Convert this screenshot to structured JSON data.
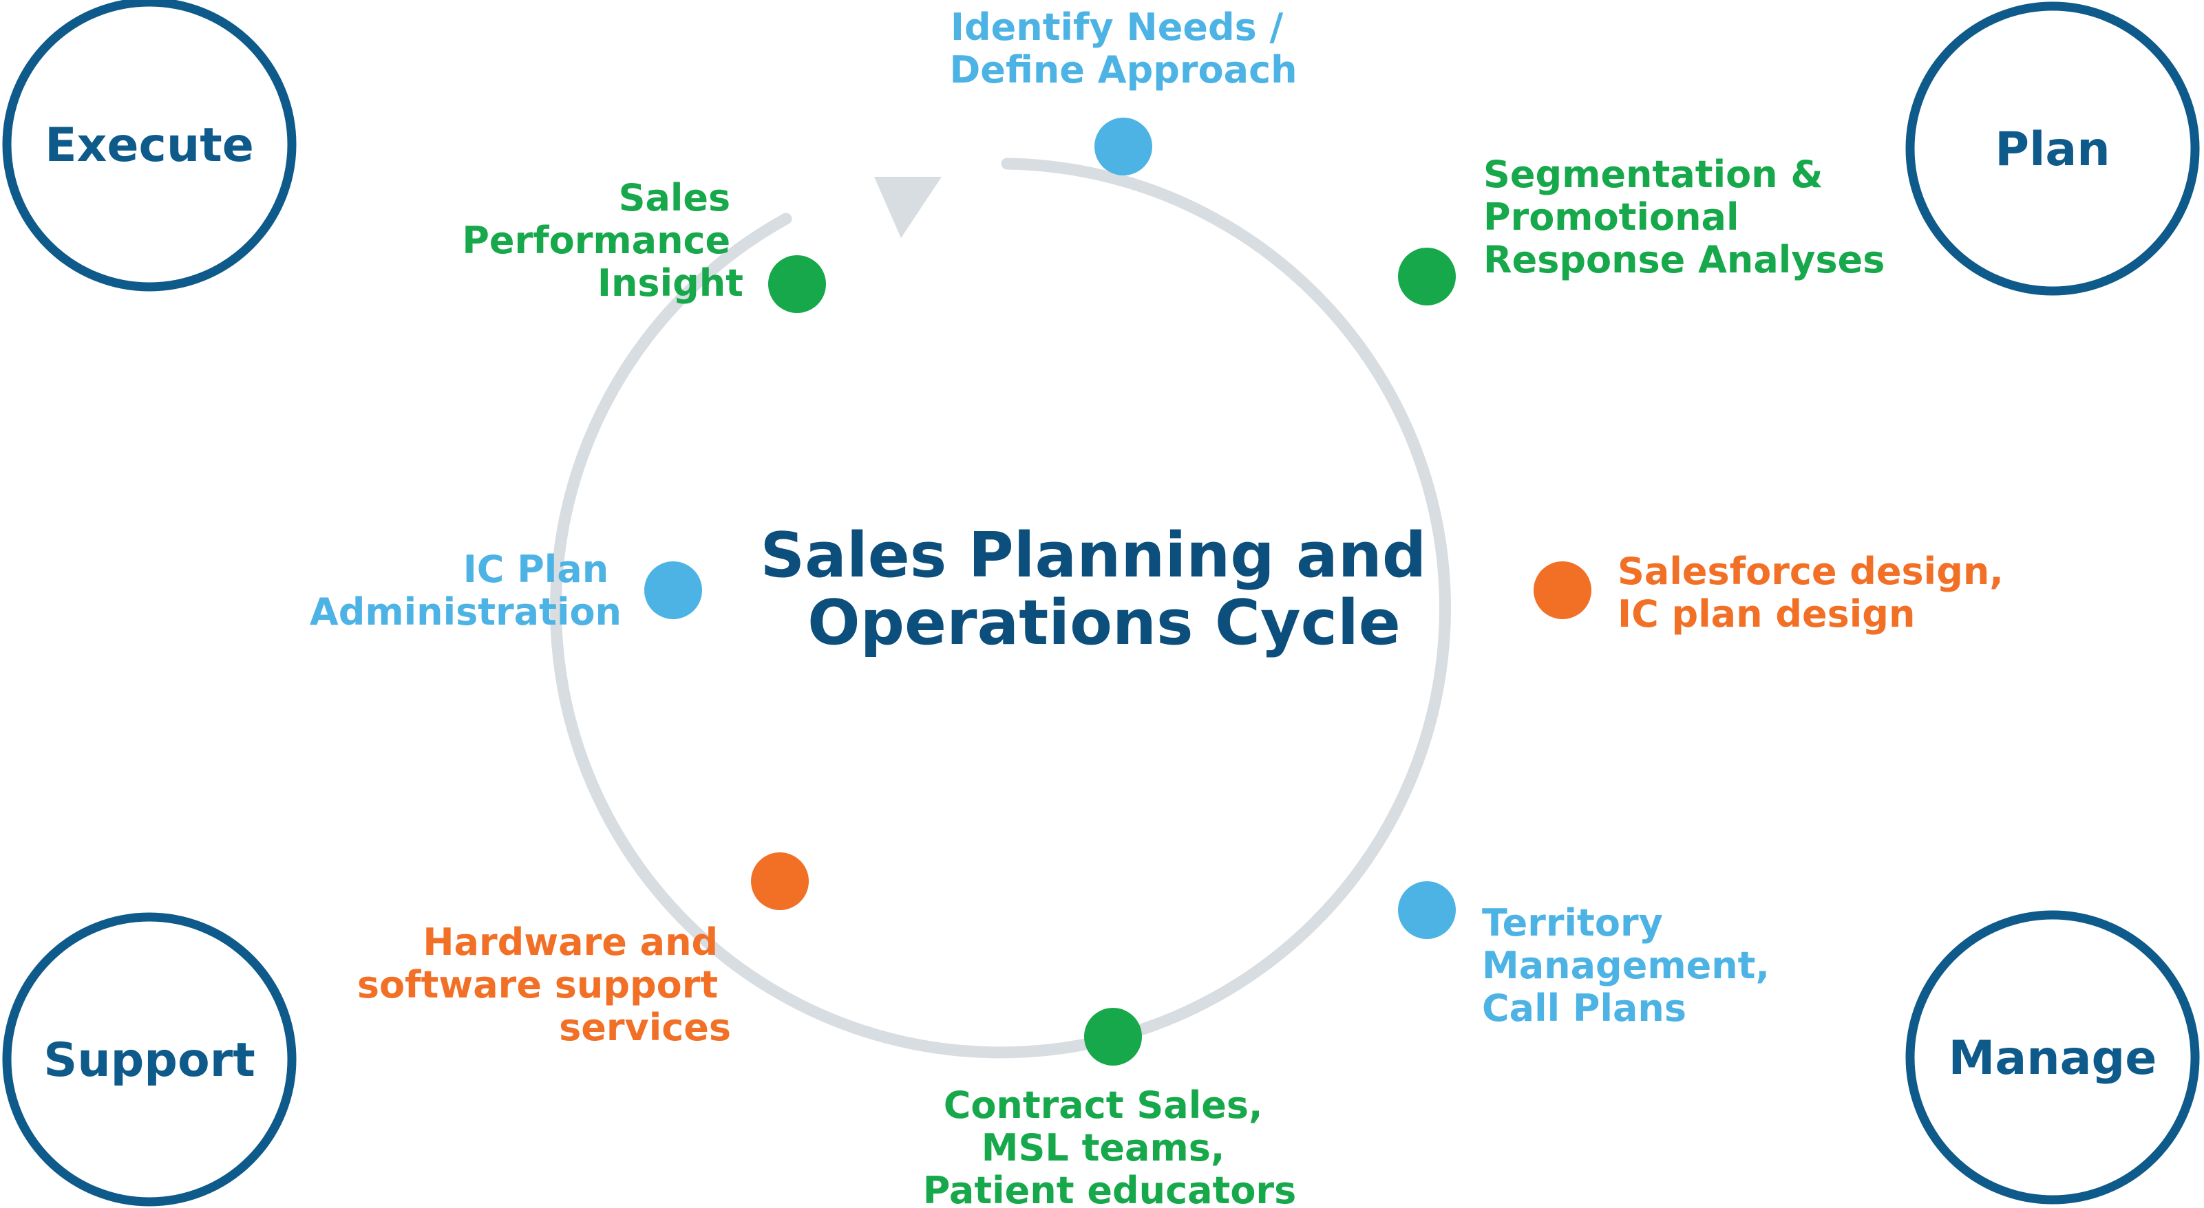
{
  "colors": {
    "navy": "#0e5a8a",
    "title": "#0d4f7c",
    "green": "#16a84a",
    "blue": "#4cb3e4",
    "orange": "#f26f26",
    "ring": "#d8dde1"
  },
  "center_title": [
    "Sales Planning and",
    "Operations Cycle"
  ],
  "corners": {
    "execute": "Execute",
    "plan": "Plan",
    "support": "Support",
    "manage": "Manage"
  },
  "nodes": [
    {
      "id": "identify-needs",
      "color": "blue",
      "lines": [
        "Identify Needs /",
        "Define Approach"
      ]
    },
    {
      "id": "segmentation",
      "color": "green",
      "lines": [
        "Segmentation &",
        "Promotional",
        "Response Analyses"
      ]
    },
    {
      "id": "salesforce-design",
      "color": "orange",
      "lines": [
        "Salesforce design,",
        "IC plan design"
      ]
    },
    {
      "id": "territory-management",
      "color": "blue",
      "lines": [
        "Territory",
        "Management,",
        "Call Plans"
      ]
    },
    {
      "id": "contract-sales",
      "color": "green",
      "lines": [
        "Contract Sales,",
        "MSL teams,",
        "Patient educators"
      ]
    },
    {
      "id": "hardware-software",
      "color": "orange",
      "lines": [
        "Hardware and",
        "software support",
        "services"
      ]
    },
    {
      "id": "ic-plan-administration",
      "color": "blue",
      "lines": [
        "IC Plan",
        "Administration"
      ]
    },
    {
      "id": "sales-performance",
      "color": "green",
      "lines": [
        "Sales",
        "Performance",
        "Insight"
      ]
    }
  ]
}
